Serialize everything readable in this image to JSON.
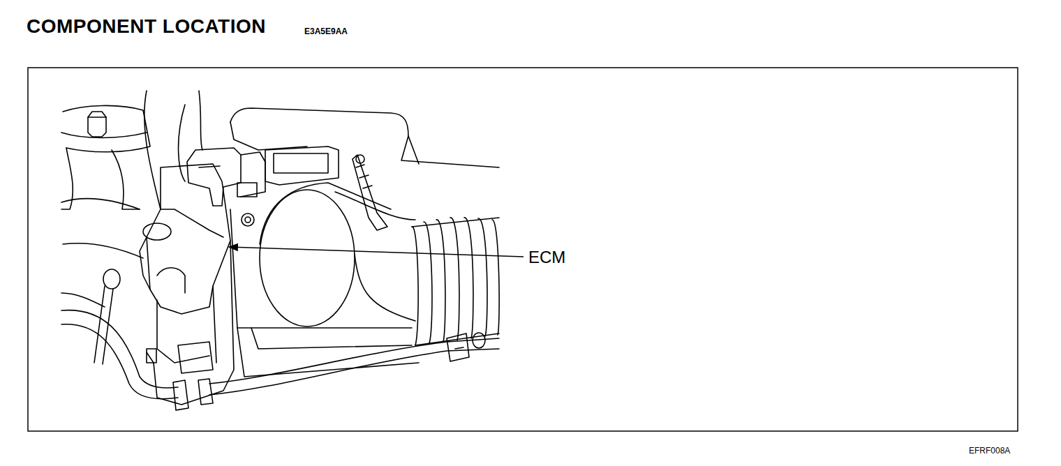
{
  "diagram": {
    "title": "COMPONENT LOCATION",
    "labels": [
      "E3A5E9AA",
      "ECM",
      "EFRF008A"
    ]
  }
}
